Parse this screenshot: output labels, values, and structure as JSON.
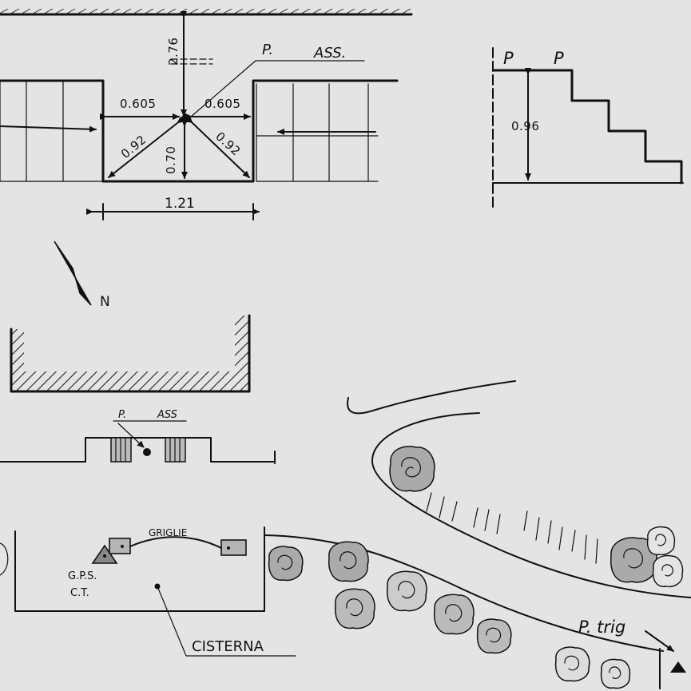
{
  "colors": {
    "paper": "#e4e4e4",
    "ink": "#111111",
    "hatch": "#222222"
  },
  "top_detail": {
    "height_above": "2.76",
    "point_label_p": "P.",
    "point_label_ass": "ASS.",
    "half_width_left": "0.605",
    "half_width_right": "0.605",
    "diag_left": "0.92",
    "diag_right": "0.92",
    "depth": "0.70",
    "total_width": "1.21"
  },
  "stair_detail": {
    "label_p1": "P",
    "label_p2": "P",
    "height": "0.96"
  },
  "north": {
    "label": "N"
  },
  "small_section": {
    "label_p": "P.",
    "label_ass": "ASS"
  },
  "site_plan": {
    "grates_label": "GRIGLIE",
    "gps_label": "G.P.S.",
    "ct_label": "C.T.",
    "cistern_label": "CISTERNA",
    "trig_label": "P. trig"
  }
}
